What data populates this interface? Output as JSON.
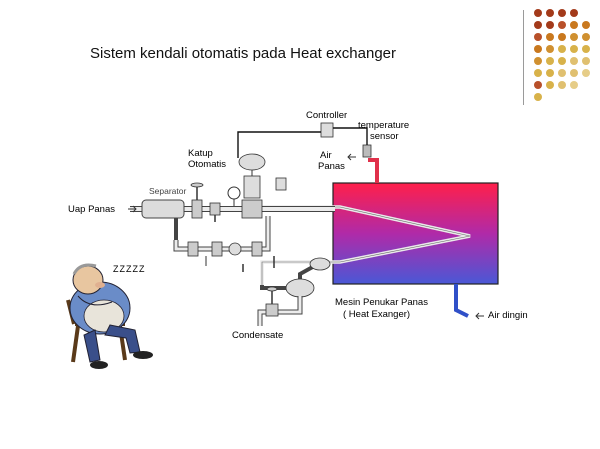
{
  "title": "Sistem kendali otomatis pada Heat exchanger",
  "labels": {
    "controller": "Controller",
    "temperature_sensor_1": "temperature",
    "temperature_sensor_2": "sensor",
    "katup_1": "Katup",
    "katup_2": "Otomatis",
    "air_panas_1": "Air",
    "air_panas_2": "Panas",
    "separator": "Separator",
    "uap_panas": "Uap Panas",
    "snore": "ZZZZZ",
    "mesin_1": "Mesin Penukar Panas",
    "mesin_2": "( Heat Exanger)",
    "air_dingin": "Air dingin",
    "condensate": "Condensate"
  },
  "colors": {
    "dot_dark": "#a33a1a",
    "dot_mid": "#c9781e",
    "dot_light": "#d8b24a",
    "tank_top": "#ff1f4a",
    "tank_bottom": "#4a58d6",
    "hot_pipe": "#e0304a",
    "cold_pipe": "#3050c8"
  }
}
